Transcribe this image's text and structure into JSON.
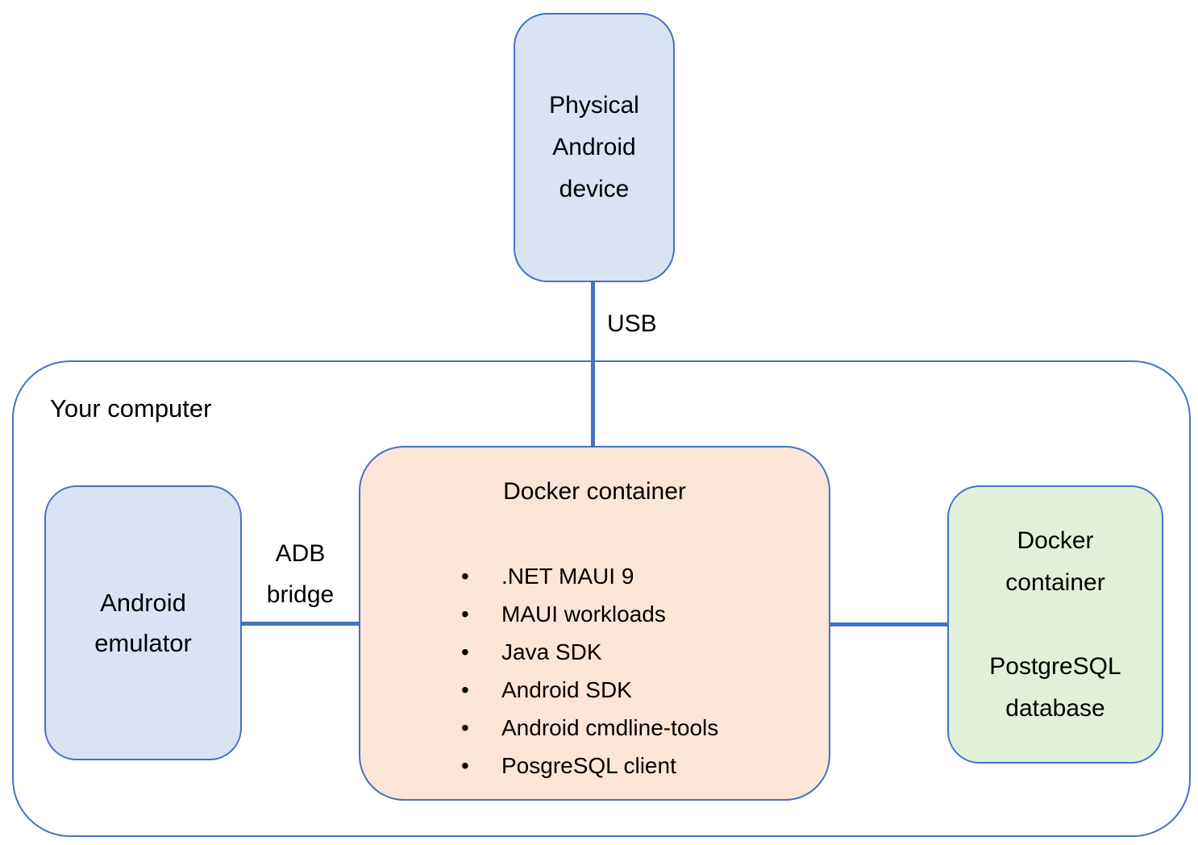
{
  "colors": {
    "border": "#4472C4",
    "blue_fill": "#DAE3F3",
    "orange_fill": "#FBE5D6",
    "green_fill": "#E2F0D9",
    "text": "#000000"
  },
  "nodes": {
    "physical_device": {
      "label": "Physical\nAndroid\ndevice"
    },
    "your_computer": {
      "label": "Your computer"
    },
    "android_emulator": {
      "label": "Android\nemulator"
    },
    "docker_tools": {
      "title": "Docker container",
      "items": [
        ".NET MAUI 9",
        "MAUI workloads",
        "Java SDK",
        "Android SDK",
        "Android cmdline-tools",
        "PosgreSQL client"
      ]
    },
    "docker_postgres": {
      "label": "Docker\ncontainer\n\nPostgreSQL\ndatabase"
    }
  },
  "connections": {
    "usb": {
      "label": "USB"
    },
    "adb": {
      "label": "ADB\nbridge"
    }
  }
}
